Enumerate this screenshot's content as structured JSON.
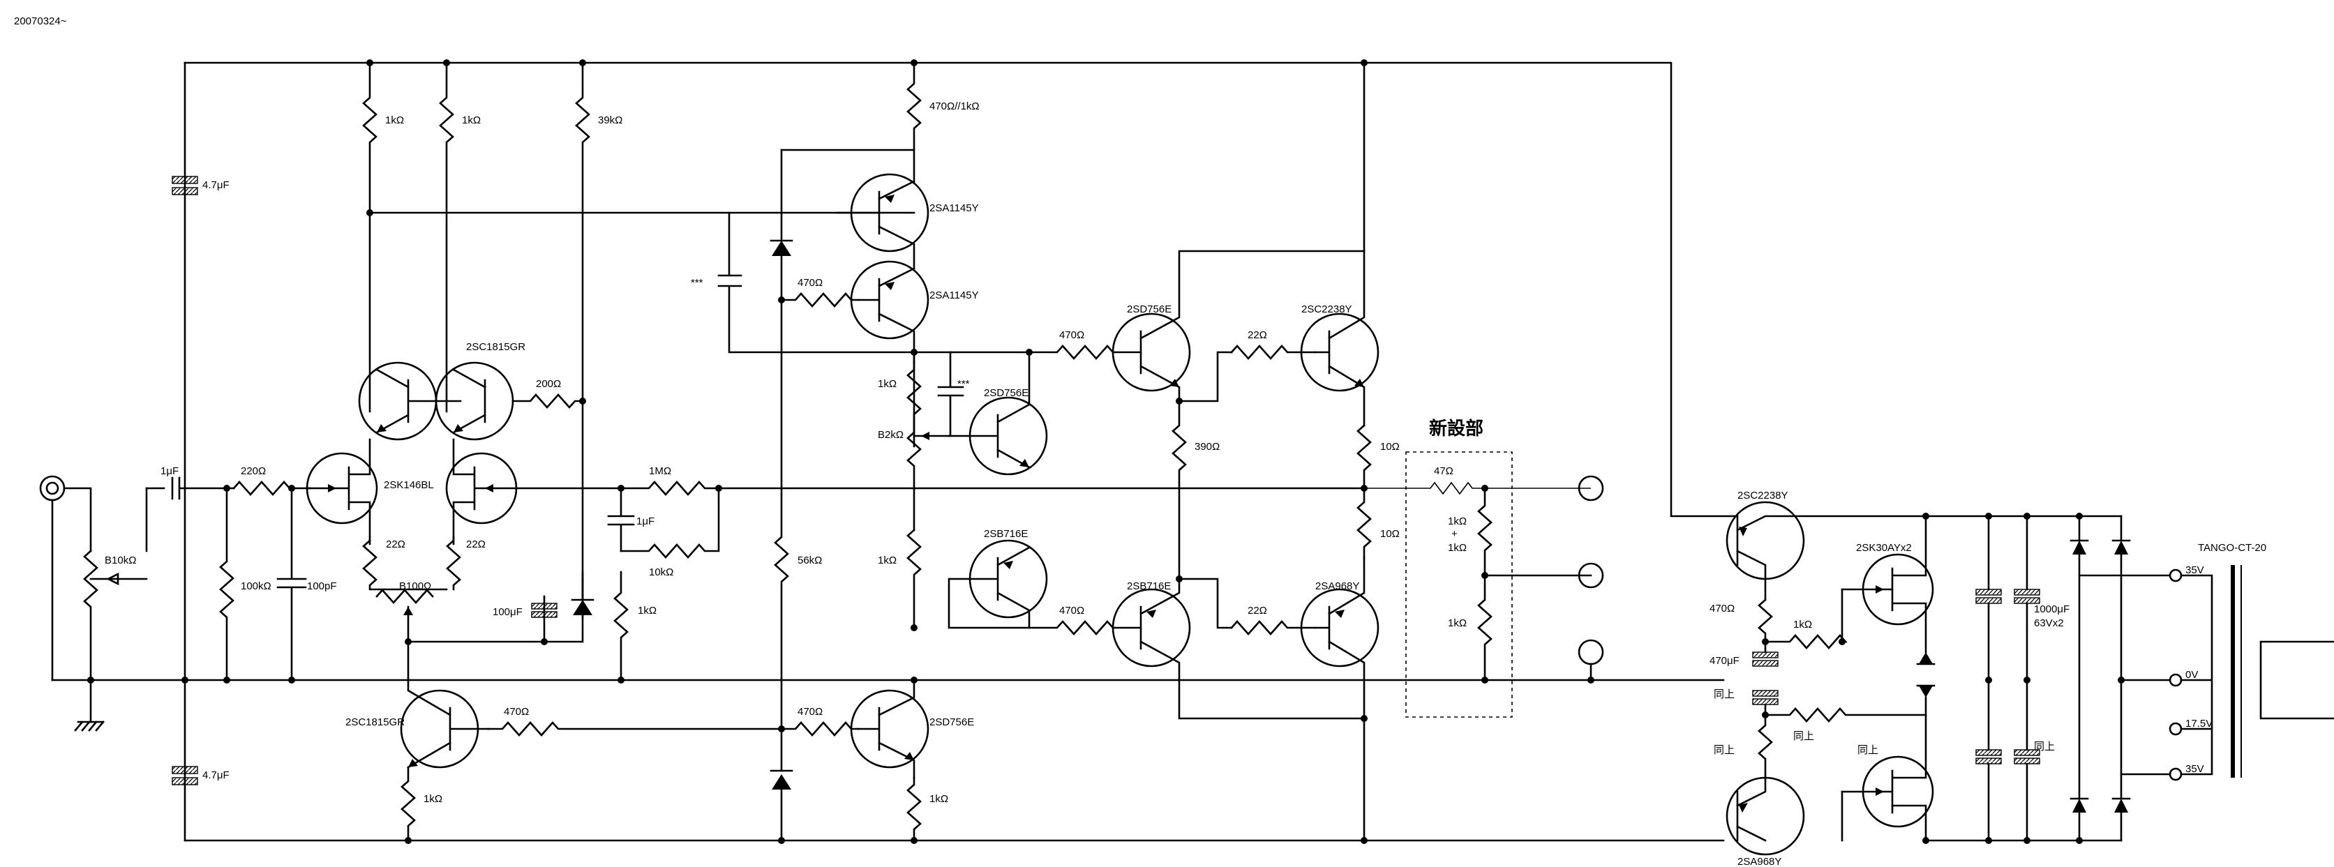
{
  "header": {
    "date": "20070324~"
  },
  "section_label": "新設部",
  "input": {
    "pot": "B10kΩ",
    "cap": "1μF",
    "r_series": "220Ω",
    "r_bias": "100kΩ",
    "c_shunt": "100pF"
  },
  "supply_caps": {
    "upper": "4.7μF",
    "lower": "4.7μF"
  },
  "diff_stage": {
    "load_l": "1kΩ",
    "load_r": "1kΩ",
    "r_39k": "39kΩ",
    "cascode": "2SC1815GR",
    "r_200": "200Ω",
    "jfet": "2SK146BL",
    "src_l": "22Ω",
    "src_r": "22Ω",
    "trim": "B100Ω",
    "c_100u": "100μF",
    "r_1k_ref": "1kΩ"
  },
  "feedback": {
    "r_1M": "1MΩ",
    "c_1u": "1μF",
    "r_10k": "10kΩ"
  },
  "cc_source": {
    "q_bottom": "2SC1815GR",
    "r_470_bias": "470Ω",
    "r_1k_emit": "1kΩ"
  },
  "vas": {
    "r_top": "470Ω//1kΩ",
    "q1": "2SA1145Y",
    "q2": "2SA1145Y",
    "r_470_base": "470Ω",
    "cap_mark": "***",
    "r_56k": "56kΩ",
    "q_low": "2SD756E",
    "r_470_low": "470Ω",
    "r_1k_low": "1kΩ"
  },
  "bias": {
    "r_1k_top": "1kΩ",
    "trim": "B2kΩ",
    "r_1k_bot": "1kΩ",
    "cap_mark": "***",
    "q_upper": "2SD756E",
    "q_lower": "2SB716E"
  },
  "output": {
    "drv_top": "2SD756E",
    "drv_bot": "2SB716E",
    "r_470_top": "470Ω",
    "r_470_bot": "470Ω",
    "r_390": "390Ω",
    "r_22_top": "22Ω",
    "r_22_bot": "22Ω",
    "out_top": "2SC2238Y",
    "out_bot": "2SA968Y",
    "re_top": "10Ω",
    "re_bot": "10Ω"
  },
  "new_section": {
    "r_47": "47Ω",
    "r_series_a": "1kΩ",
    "plus": "+",
    "r_series_b": "1kΩ",
    "r_lower": "1kΩ"
  },
  "psu": {
    "q_top": "2SC2238Y",
    "jfet": "2SK30AYx2",
    "r_470": "470Ω",
    "r_1k": "1kΩ",
    "c_470u": "470μF",
    "same1": "同上",
    "same2": "同上",
    "same3": "同上",
    "same4": "同上",
    "cap_main": "1000μF",
    "cap_main2": "63Vx2",
    "q_bot": "2SA968Y",
    "transformer": "TANGO-CT-20",
    "v_p35": "35V",
    "v_0": "0V",
    "v_175": "17.5V",
    "v_n35": "35V"
  }
}
